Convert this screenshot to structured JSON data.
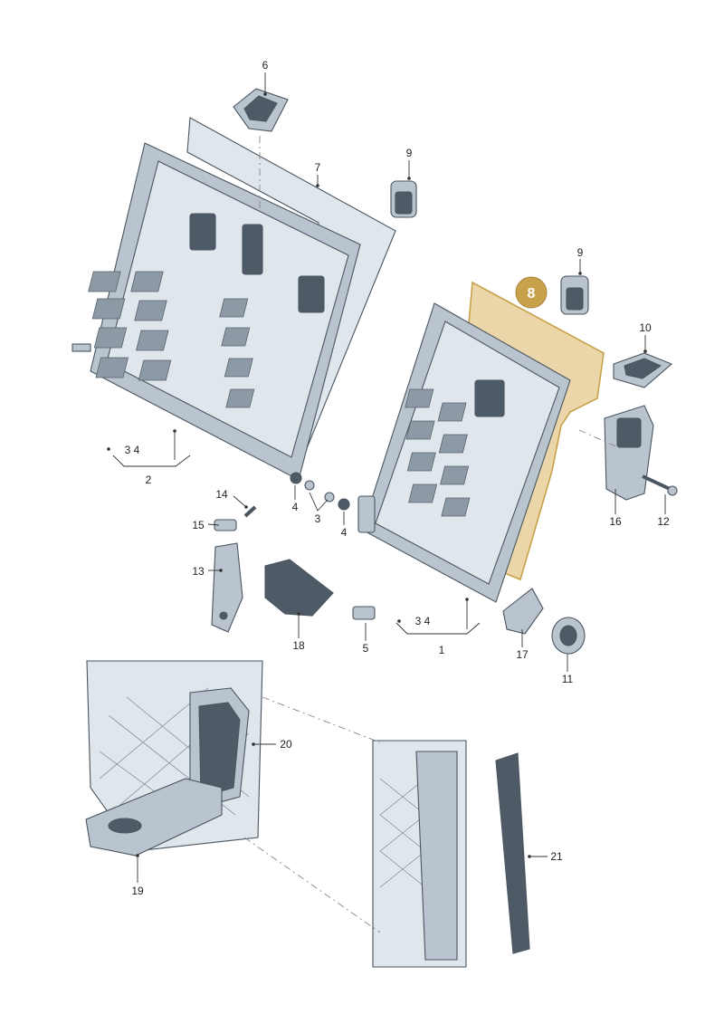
{
  "callouts": {
    "n1": "1",
    "n2": "2",
    "n3": "3",
    "n4a": "4",
    "n4b": "4",
    "n5": "5",
    "n6": "6",
    "n7": "7",
    "n8": "8",
    "n9a": "9",
    "n9b": "9",
    "n10": "10",
    "n11": "11",
    "n12": "12",
    "n13": "13",
    "n14": "14",
    "n15": "15",
    "n16": "16",
    "n17": "17",
    "n18": "18",
    "n19": "19",
    "n20": "20",
    "n21": "21",
    "group_left": "3  4",
    "group_right": "3  4"
  },
  "highlight_color": "#c8a24a"
}
